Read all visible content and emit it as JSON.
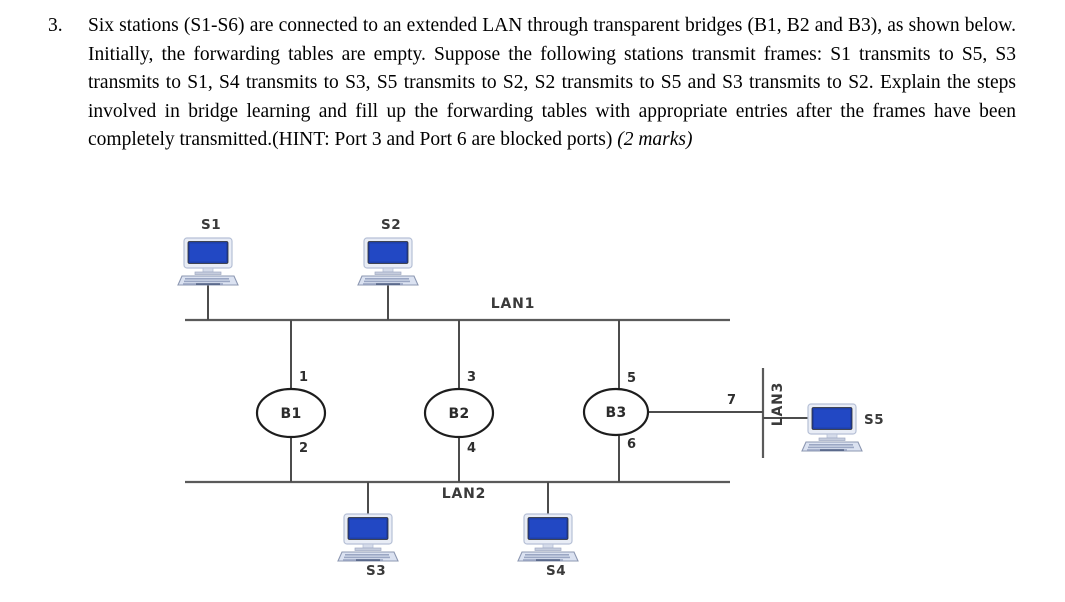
{
  "question": {
    "number": "3.",
    "text": "Six stations (S1-S6) are connected to an extended LAN through transparent bridges (B1, B2 and B3), as shown below. Initially, the forwarding tables are empty. Suppose the following stations transmit frames: S1 transmits to S5, S3 transmits to S1, S4 transmits to S3, S5 transmits to S2, S2 transmits to S5 and S3 transmits to S2. Explain the steps involved in bridge learning and fill up the forwarding tables with appropriate entries after the frames have been completely transmitted.(HINT: Port 3 and Port 6 are blocked ports) ",
    "marks": "(2 marks)"
  },
  "diagram": {
    "type": "network-topology",
    "stations": [
      {
        "id": "S1",
        "label": "S1",
        "attached_to": "LAN1",
        "icon": "desktop-computer-icon"
      },
      {
        "id": "S2",
        "label": "S2",
        "attached_to": "LAN1",
        "icon": "desktop-computer-icon"
      },
      {
        "id": "S3",
        "label": "S3",
        "attached_to": "LAN2",
        "icon": "desktop-computer-icon"
      },
      {
        "id": "S4",
        "label": "S4",
        "attached_to": "LAN2",
        "icon": "desktop-computer-icon"
      },
      {
        "id": "S5",
        "label": "S5",
        "attached_to": "LAN3",
        "icon": "desktop-computer-icon"
      }
    ],
    "lans": [
      {
        "id": "LAN1",
        "label": "LAN1",
        "orientation": "horizontal"
      },
      {
        "id": "LAN2",
        "label": "LAN2",
        "orientation": "horizontal"
      },
      {
        "id": "LAN3",
        "label": "LAN3",
        "orientation": "vertical"
      }
    ],
    "bridges": [
      {
        "id": "B1",
        "label": "B1",
        "ports": [
          "1",
          "2"
        ]
      },
      {
        "id": "B2",
        "label": "B2",
        "ports": [
          "3",
          "4"
        ]
      },
      {
        "id": "B3",
        "label": "B3",
        "ports": [
          "5",
          "6",
          "7"
        ]
      }
    ],
    "ports": [
      {
        "number": "1",
        "bridge": "B1",
        "lan": "LAN1"
      },
      {
        "number": "2",
        "bridge": "B1",
        "lan": "LAN2"
      },
      {
        "number": "3",
        "bridge": "B2",
        "lan": "LAN1"
      },
      {
        "number": "4",
        "bridge": "B2",
        "lan": "LAN2"
      },
      {
        "number": "5",
        "bridge": "B3",
        "lan": "LAN1"
      },
      {
        "number": "6",
        "bridge": "B3",
        "lan": "LAN2"
      },
      {
        "number": "7",
        "bridge": "B3",
        "lan": "LAN3"
      }
    ],
    "colors": {
      "screen": "#1f3fa8",
      "screen_bezel": "#c9d3e8",
      "line": "#4c4c4c",
      "label": "#3a3a3a"
    }
  }
}
